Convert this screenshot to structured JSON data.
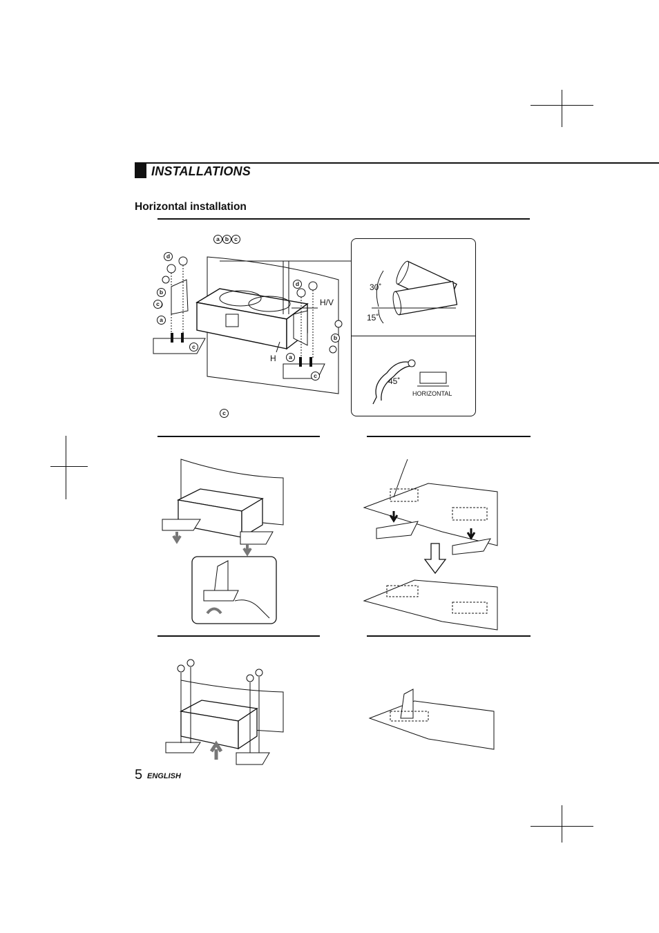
{
  "header": {
    "section_title": "INSTALLATIONS",
    "subsection_title": "Horizontal installation"
  },
  "figure_main": {
    "parts_label": [
      "a",
      "b",
      "c"
    ],
    "callout_labels": {
      "d_left": "d",
      "b_left1": "b",
      "c_left": "c",
      "a_left": "a",
      "c_bottom_left": "c",
      "d_right": "d",
      "b_right": "b",
      "a_right": "a",
      "c_bottom_right": "c",
      "c_note": "c"
    },
    "hv_label": "H/V",
    "h_label": "H"
  },
  "inset_top": {
    "angle_upper": "30˚",
    "angle_lower": "15˚"
  },
  "inset_bottom": {
    "angle": "45˚",
    "mode_label": "HORIZONTAL"
  },
  "footer": {
    "page_number": "5",
    "language": "ENGLISH"
  }
}
